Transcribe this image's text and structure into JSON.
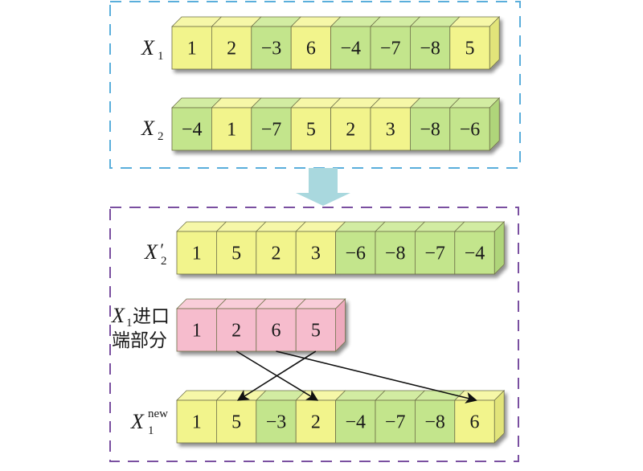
{
  "colors": {
    "yellow_front": "#f2f48c",
    "yellow_top": "#f6f7a8",
    "yellow_side": "#e2e47a",
    "green_front": "#c3e58c",
    "green_top": "#d2eca2",
    "green_side": "#afd57a",
    "pink_front": "#f6bccd",
    "pink_top": "#f9cdd9",
    "pink_side": "#eeaabd",
    "edge": "#6e7048",
    "top_box_border": "#5aaedb",
    "bottom_box_border": "#7a4fa0",
    "transition_arrow": "#a9d8de",
    "mapping_arrow": "#111111"
  },
  "top_group": {
    "rows": [
      {
        "id": "x1",
        "label": "X",
        "subscript": "1",
        "cells": [
          {
            "value": "1",
            "color": "yellow"
          },
          {
            "value": "2",
            "color": "yellow"
          },
          {
            "value": "−3",
            "color": "green"
          },
          {
            "value": "6",
            "color": "yellow"
          },
          {
            "value": "−4",
            "color": "green"
          },
          {
            "value": "−7",
            "color": "green"
          },
          {
            "value": "−8",
            "color": "green"
          },
          {
            "value": "5",
            "color": "yellow"
          }
        ]
      },
      {
        "id": "x2",
        "label": "X",
        "subscript": "2",
        "cells": [
          {
            "value": "−4",
            "color": "green"
          },
          {
            "value": "1",
            "color": "yellow"
          },
          {
            "value": "−7",
            "color": "green"
          },
          {
            "value": "5",
            "color": "yellow"
          },
          {
            "value": "2",
            "color": "yellow"
          },
          {
            "value": "3",
            "color": "yellow"
          },
          {
            "value": "−8",
            "color": "green"
          },
          {
            "value": "−6",
            "color": "green"
          }
        ]
      }
    ]
  },
  "bottom_group": {
    "x2_prime": {
      "label": "X",
      "prime": "′",
      "subscript": "2",
      "cells": [
        {
          "value": "1",
          "color": "yellow"
        },
        {
          "value": "5",
          "color": "yellow"
        },
        {
          "value": "2",
          "color": "yellow"
        },
        {
          "value": "3",
          "color": "yellow"
        },
        {
          "value": "−6",
          "color": "green"
        },
        {
          "value": "−8",
          "color": "green"
        },
        {
          "value": "−7",
          "color": "green"
        },
        {
          "value": "−4",
          "color": "green"
        }
      ]
    },
    "import_segment": {
      "label": "X",
      "subscript": "1",
      "label_line1_text": "进口",
      "label_line2_text": "端部分",
      "cells": [
        {
          "value": "1",
          "color": "pink"
        },
        {
          "value": "2",
          "color": "pink"
        },
        {
          "value": "6",
          "color": "pink"
        },
        {
          "value": "5",
          "color": "pink"
        }
      ]
    },
    "x1_new": {
      "label": "X",
      "subscript": "1",
      "superscript": "new",
      "cells": [
        {
          "value": "1",
          "color": "yellow"
        },
        {
          "value": "5",
          "color": "yellow"
        },
        {
          "value": "−3",
          "color": "green"
        },
        {
          "value": "2",
          "color": "yellow"
        },
        {
          "value": "−4",
          "color": "green"
        },
        {
          "value": "−7",
          "color": "green"
        },
        {
          "value": "−8",
          "color": "green"
        },
        {
          "value": "6",
          "color": "yellow"
        }
      ]
    },
    "mappings": [
      {
        "from_value": "2",
        "from_index": 1,
        "to_index": 3
      },
      {
        "from_value": "5",
        "from_index": 3,
        "to_index": 1
      },
      {
        "from_value": "6",
        "from_index": 2,
        "to_index": 7
      }
    ]
  }
}
